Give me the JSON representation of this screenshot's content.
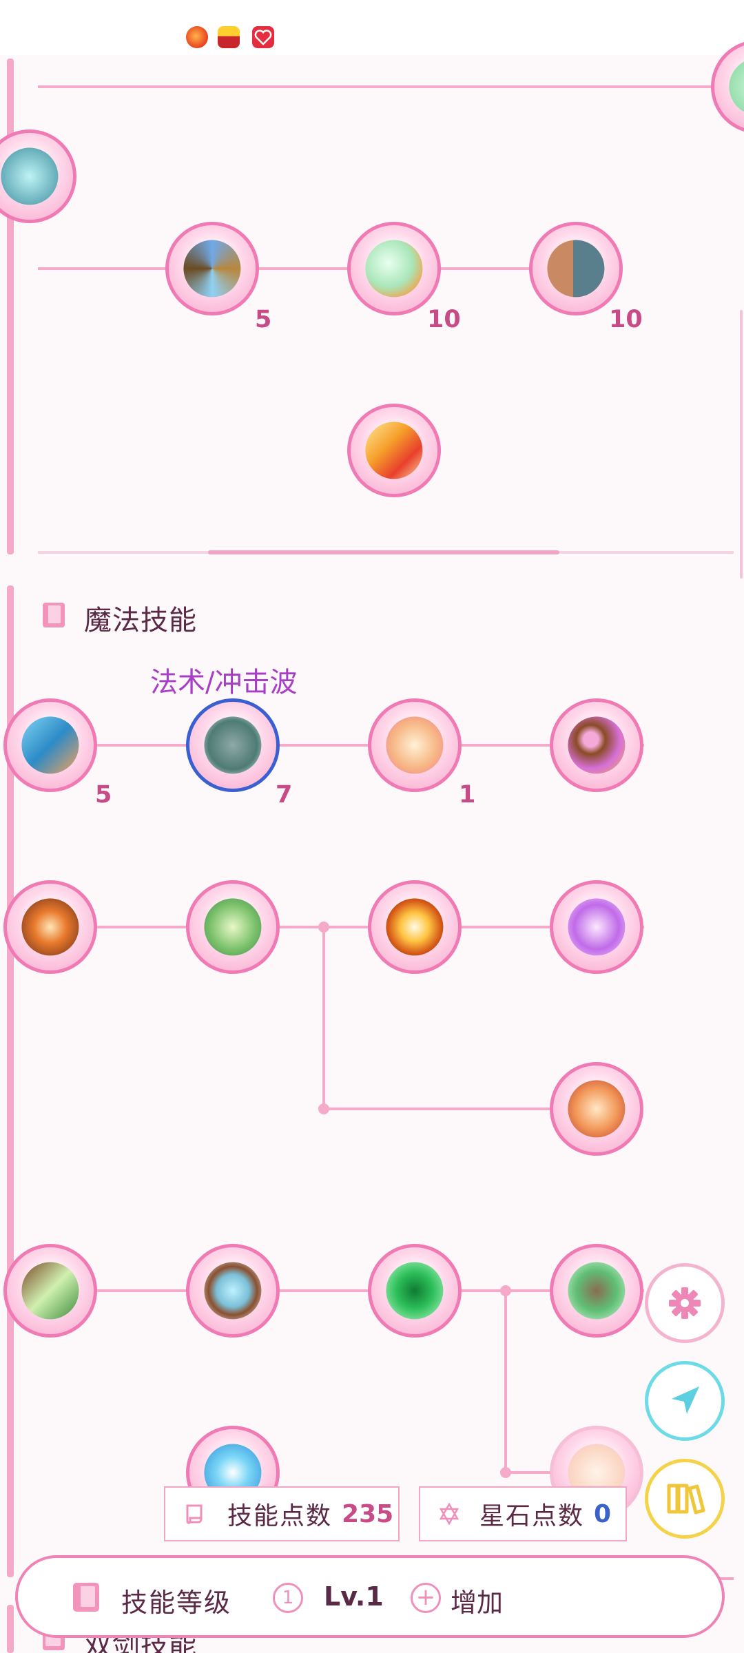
{
  "status_bar": {
    "icons": [
      "weibo-app-icon",
      "sougou-app-icon",
      "heart-app-icon"
    ]
  },
  "tree_top": {
    "levels": [
      "5",
      "10",
      "10"
    ]
  },
  "magic_section": {
    "title": "魔法技能",
    "selected_skill_label": "法术/冲击波",
    "levels": [
      "5",
      "7",
      "1"
    ]
  },
  "next_section": {
    "title": "双剑技能"
  },
  "stats": {
    "skill_points_label": "技能点数",
    "skill_points_value": "235",
    "star_points_label": "星石点数",
    "star_points_value": "0"
  },
  "bottom_bar": {
    "skill_level_label": "技能等级",
    "level_value": "Lv.1",
    "add_label": "增加"
  },
  "colors": {
    "accent": "#f07ab4",
    "selected": "#3a5fd0",
    "star_value": "#3a62c8",
    "points_value": "#c64b86"
  }
}
